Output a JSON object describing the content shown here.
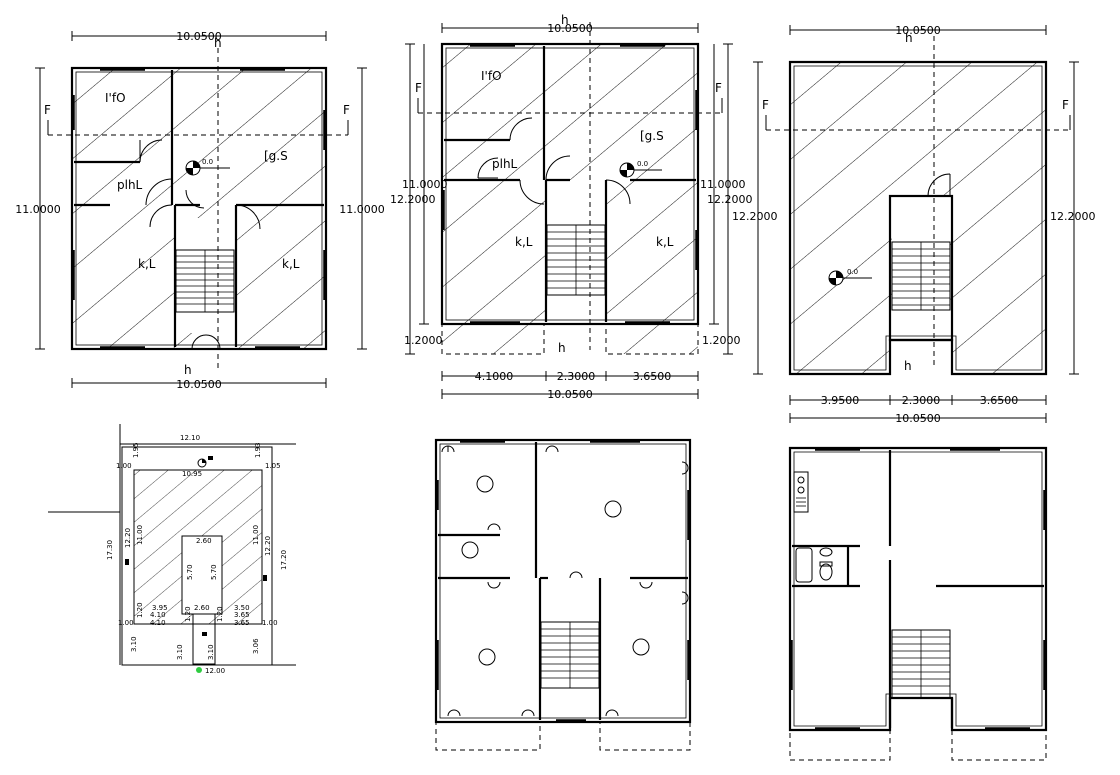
{
  "plan1": {
    "top_dim": "10.0500",
    "bottom_dim": "10.0500",
    "left_dim": "11.0000",
    "right_dim": "11.0000",
    "rooms": [
      "I'fO",
      "[g.S",
      "plhL",
      "k,L",
      "k,L"
    ],
    "level": "0.0",
    "section_f": "F",
    "section_h": "h"
  },
  "plan2": {
    "top_dim": "10.0500",
    "left_dim_outer": "12.2000",
    "left_dim_inner": "11.0000",
    "right_dim_outer": "12.2000",
    "right_dim_inner": "11.0000",
    "left_small": "1.2000",
    "right_small": "1.2000",
    "seg_dims": [
      "4.1000",
      "2.3000",
      "3.6500"
    ],
    "total_dim": "10.0500",
    "rooms": [
      "I'fO",
      "[g.S",
      "plhL",
      "k,L",
      "k,L"
    ],
    "level": "0.0",
    "section_f": "F",
    "section_h": "h"
  },
  "plan3": {
    "top_dim": "10.0500",
    "left_dim": "12.2000",
    "right_dim": "12.2000",
    "seg_dims": [
      "3.9500",
      "2.3000",
      "3.6500"
    ],
    "total_dim": "10.0500",
    "level": "0.0",
    "section_f": "F",
    "section_h": "h"
  },
  "site": {
    "top": "12.10",
    "inner_top": "10.95",
    "left_outer": "17.30",
    "right_outer": "17.20",
    "left_a": "12.20",
    "left_b": "11.00",
    "right_a": "12.20",
    "right_b": "11.00",
    "corner_tl": "1.00",
    "corner_tr": "1.05",
    "v_tl": "1.95",
    "v_tr": "1.93",
    "core_top": "2.60",
    "core_mid": "2.60",
    "core_left": "5.70",
    "core_right": "5.70",
    "l1": "3.95",
    "l2": "4.10",
    "l3": "4.10",
    "r1": "3.50",
    "r2": "3.65",
    "r3": "3.65",
    "bl": "1.00",
    "br": "1.00",
    "small_a": "1.20",
    "small_b": "1.20",
    "small_c": "1.20",
    "bottom_l": "3.10",
    "bottom_c1": "3.10",
    "bottom_c2": "3.10",
    "bottom_r": "3.06",
    "bottom": "12.00"
  },
  "colors": {
    "line": "#000000",
    "marker": "#2ecc40"
  }
}
